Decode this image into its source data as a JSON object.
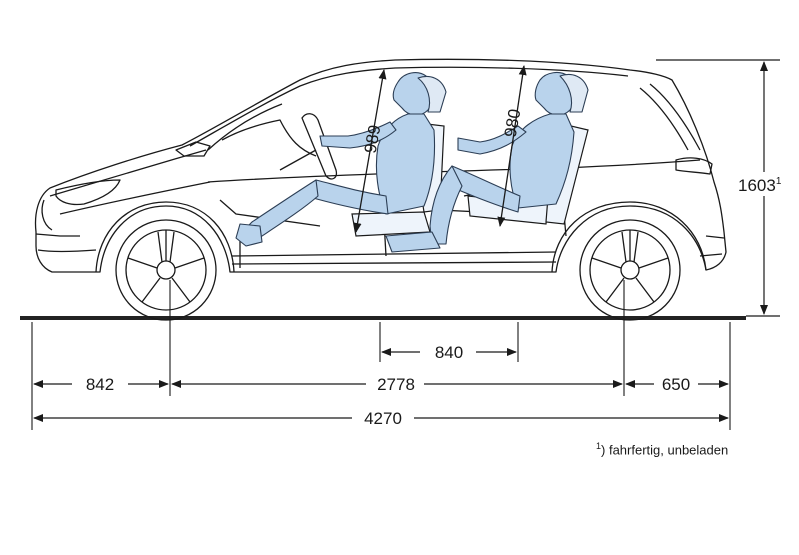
{
  "dimensions": {
    "front_overhang": "842",
    "wheelbase": "2778",
    "rear_overhang": "650",
    "overall_length": "4270",
    "seat_distance": "840",
    "height": "1603",
    "height_note_mark": "1",
    "front_headroom": "989",
    "rear_headroom": "980"
  },
  "footnote": {
    "mark": "1",
    "text": ") fahrfertig, unbeladen"
  },
  "colors": {
    "line": "#1a1a1a",
    "occupant_fill": "#b9d3ec",
    "occupant_stroke": "#2c3e55",
    "ground": "#222222"
  }
}
